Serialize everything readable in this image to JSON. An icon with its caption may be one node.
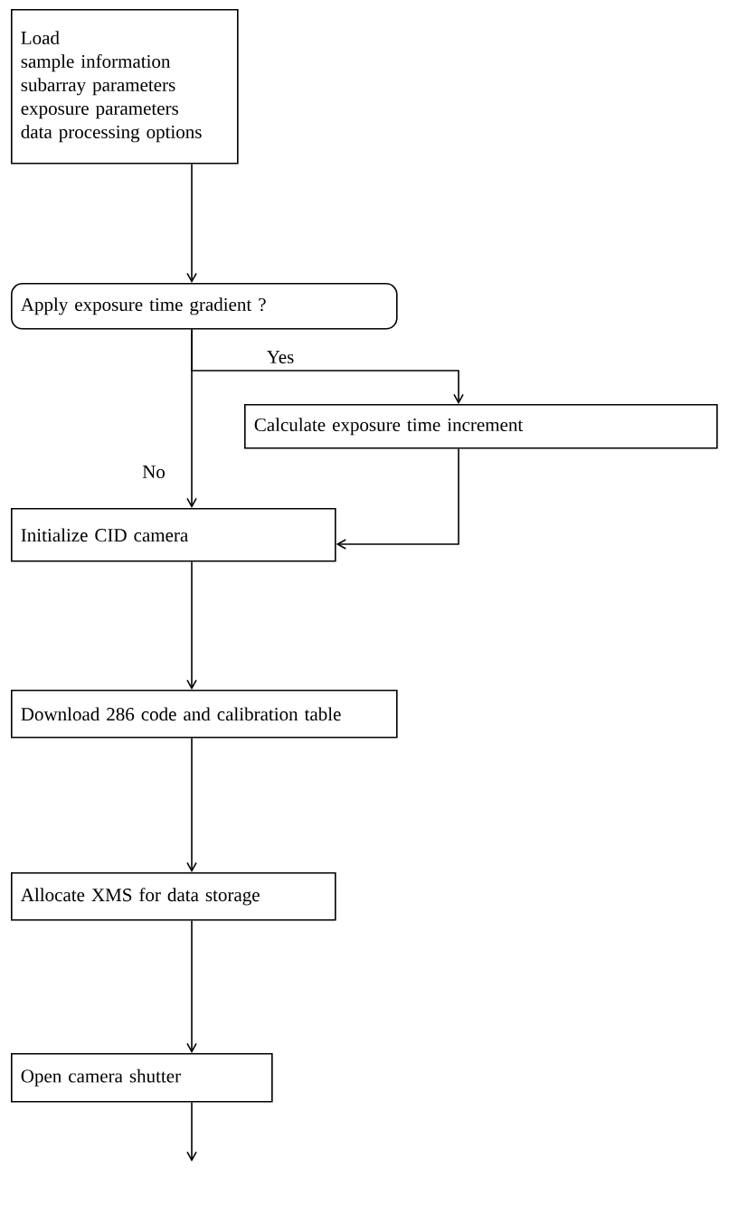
{
  "diagram": {
    "nodes": [
      {
        "text": [
          "Load",
          "sample information",
          "subarray parameters",
          "exposure parameters",
          "data processing options"
        ]
      },
      {
        "text": [
          "Apply exposure time gradient ?"
        ]
      },
      {
        "text": [
          "Calculate exposure time increment"
        ]
      },
      {
        "text": [
          "Initialize CID camera"
        ]
      },
      {
        "text": [
          "Download 286 code and calibration table"
        ]
      },
      {
        "text": [
          "Allocate XMS for data storage"
        ]
      },
      {
        "text": [
          "Open camera shutter"
        ]
      }
    ],
    "edges": [
      {
        "from": 0,
        "to": 1,
        "arrow": "to"
      },
      {
        "from": 1,
        "to": 2,
        "arrow": "to",
        "label": "Yes"
      },
      {
        "from": 1,
        "to": 3,
        "arrow": "to",
        "label": "No"
      },
      {
        "from": 2,
        "to": 3,
        "arrow": "to"
      },
      {
        "from": 3,
        "to": 4,
        "arrow": "to"
      },
      {
        "from": 4,
        "to": 5,
        "arrow": "to"
      },
      {
        "from": 5,
        "to": 6,
        "arrow": "to"
      },
      {
        "from": 6,
        "to": null,
        "arrow": "to"
      }
    ]
  }
}
